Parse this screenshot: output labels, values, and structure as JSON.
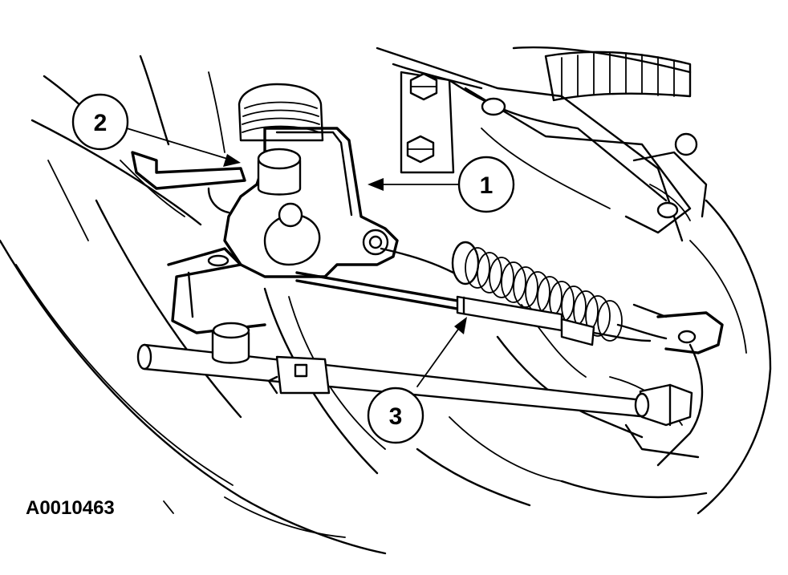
{
  "figure_id": "A0010463",
  "callouts": [
    {
      "label": "1"
    },
    {
      "label": "2"
    },
    {
      "label": "3"
    }
  ],
  "colors": {
    "line": "#000000",
    "background": "#ffffff"
  }
}
